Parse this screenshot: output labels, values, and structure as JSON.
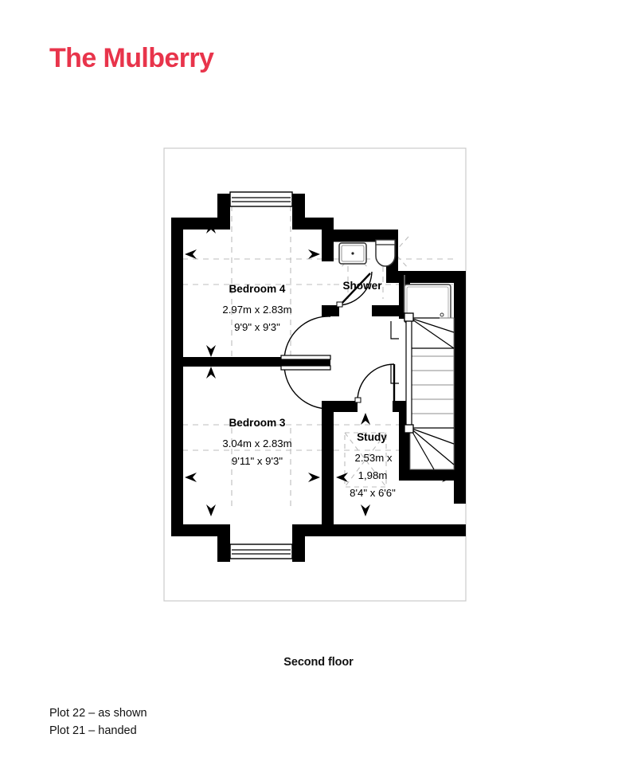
{
  "header": {
    "title": "The Mulberry",
    "title_color": "#e8344b"
  },
  "plan": {
    "floor_caption": "Second floor",
    "rooms": [
      {
        "key": "bedroom4",
        "name": "Bedroom 4",
        "dim_metric": "2.97m x 2.83m",
        "dim_imperial": "9'9\" x 9'3\""
      },
      {
        "key": "bedroom3",
        "name": "Bedroom 3",
        "dim_metric": "3.04m x 2.83m",
        "dim_imperial": "9'11\" x 9'3\""
      },
      {
        "key": "shower",
        "name": "Shower",
        "dim_metric": "",
        "dim_imperial": ""
      },
      {
        "key": "study",
        "name": "Study",
        "dim_metric_line1": "2.53m x",
        "dim_metric_line2": "1,98m",
        "dim_imperial": "8'4\" x 6'6\""
      }
    ],
    "fixtures": [
      "basin-fixture",
      "toilet-fixture",
      "shower-tray-fixture",
      "staircase-fixture",
      "dormer-window-top",
      "dormer-window-bottom"
    ],
    "colors": {
      "wall": "#000000",
      "outline": "#cccccc",
      "guide": "#b9b9b9",
      "fixture": "#555555"
    }
  },
  "footer": {
    "line1": "Plot 22 – as shown",
    "line2": "Plot 21 – handed"
  }
}
